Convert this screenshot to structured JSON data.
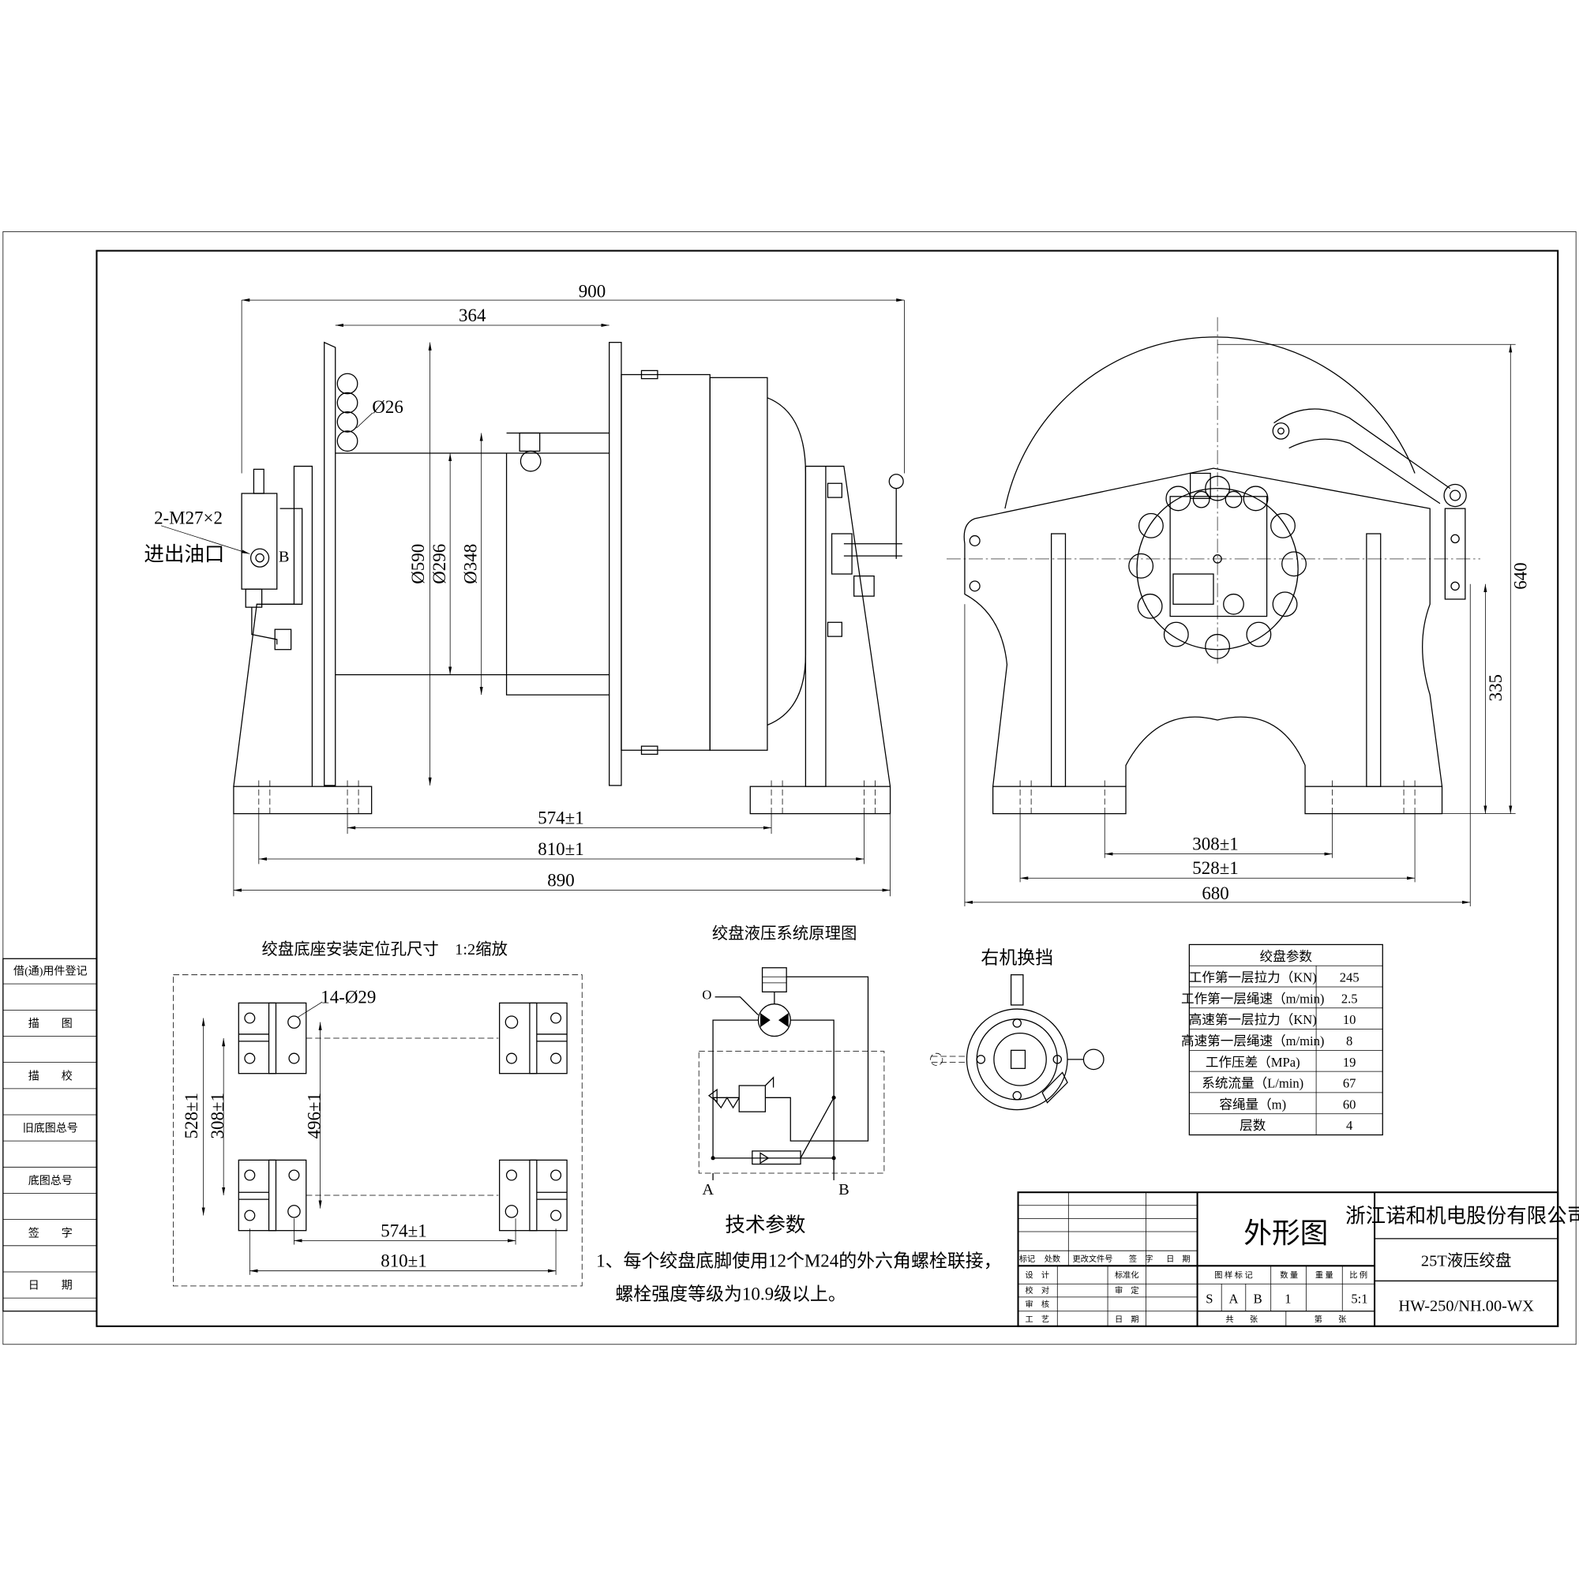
{
  "front_view": {
    "dim_overall_top": "900",
    "dim_drum_length": "364",
    "dim_rope": "Ø26",
    "port_spec": "2-M27×2",
    "port_label": "进出油口",
    "port_b": "B",
    "dim_flange_dia": "Ø590",
    "dim_drum_dia": "Ø296",
    "dim_drum_dia2": "Ø348",
    "dim_574": "574±1",
    "dim_810": "810±1",
    "dim_890": "890"
  },
  "side_view": {
    "dim_640": "640",
    "dim_335": "335",
    "dim_308": "308±1",
    "dim_528": "528±1",
    "dim_680": "680"
  },
  "base_plan": {
    "title": "绞盘底座安装定位孔尺寸　1:2缩放",
    "holes": "14-Ø29",
    "dim_528": "528±1",
    "dim_308": "308±1",
    "dim_496": "496±1",
    "dim_574": "574±1",
    "dim_810": "810±1"
  },
  "hydraulic": {
    "title": "绞盘液压系统原理图",
    "port_o": "O",
    "port_a": "A",
    "port_b": "B"
  },
  "gear_shift": {
    "title": "右机换挡"
  },
  "tech": {
    "title": "技术参数",
    "line1": "1、每个绞盘底脚使用12个M24的外六角螺栓联接，",
    "line2": "螺栓强度等级为10.9级以上。"
  },
  "params": {
    "title": "绞盘参数",
    "rows": [
      {
        "label": "工作第一层拉力（KN)",
        "value": "245"
      },
      {
        "label": "工作第一层绳速（m/min)",
        "value": "2.5"
      },
      {
        "label": "高速第一层拉力（KN)",
        "value": "10"
      },
      {
        "label": "高速第一层绳速（m/min)",
        "value": "8"
      },
      {
        "label": "工作压差（MPa)",
        "value": "19"
      },
      {
        "label": "系统流量（L/min)",
        "value": "67"
      },
      {
        "label": "容绳量（m)",
        "value": "60"
      },
      {
        "label": "层数",
        "value": "4"
      }
    ]
  },
  "margin": {
    "rows": [
      "借(通)用件登记",
      "描　　图",
      "描　　校",
      "旧底图总号",
      "底图总号",
      "签　　字",
      "日　　期"
    ]
  },
  "title_block": {
    "rev_headers": [
      "标记",
      "处数",
      "更改文件号",
      "签　字",
      "日　期"
    ],
    "sign_labels": [
      "设　计",
      "校　对",
      "审　核",
      "工　艺"
    ],
    "sign_labels2": [
      "标准化",
      "审　定",
      "",
      "日　期"
    ],
    "drawing_name": "外形图",
    "mark_header": "图 样 标 记",
    "qty_header": "数 量",
    "weight_header": "重 量",
    "scale_header": "比 例",
    "marks": [
      "S",
      "A",
      "B"
    ],
    "quantity": "1",
    "scale": "5:1",
    "total_sheets": "共　　张",
    "sheet_no": "第　　张",
    "company": "浙江诺和机电股份有限公司",
    "product": "25T液压绞盘",
    "drawing_no": "HW-250/NH.00-WX"
  }
}
